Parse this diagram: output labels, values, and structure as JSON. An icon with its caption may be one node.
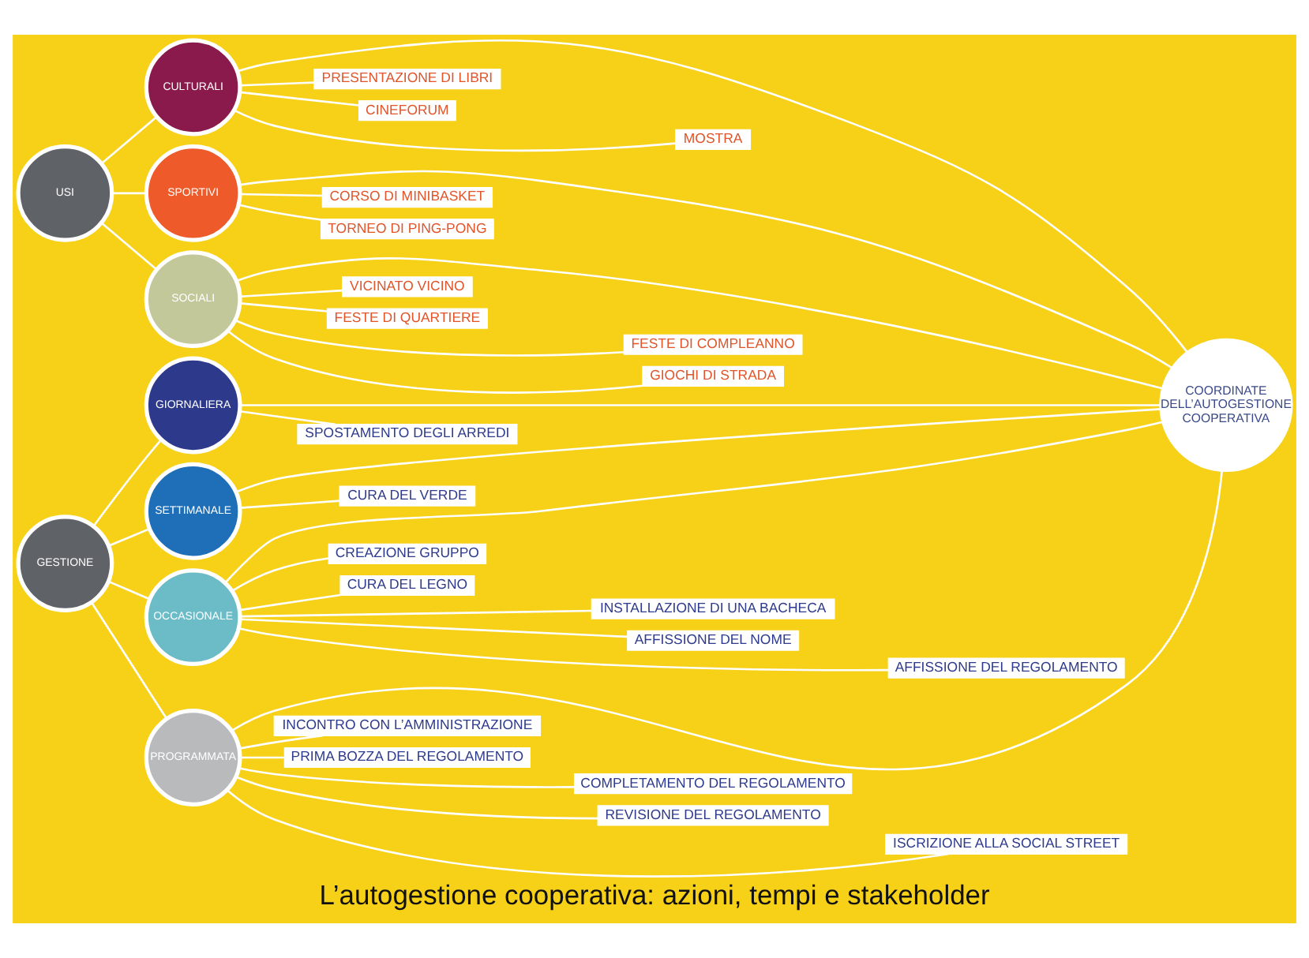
{
  "diagram": {
    "caption": "L’autogestione cooperativa: azioni, tempi e stakeholder",
    "nodes": [
      {
        "text": [
          "USI"
        ]
      },
      {
        "text": [
          "GESTIONE"
        ]
      },
      {
        "text": [
          "CULTURALI"
        ]
      },
      {
        "text": [
          "SPORTIVI"
        ]
      },
      {
        "text": [
          "SOCIALI"
        ]
      },
      {
        "text": [
          "GIORNALIERA"
        ]
      },
      {
        "text": [
          "SETTIMANALE"
        ]
      },
      {
        "text": [
          "OCCASIONALE"
        ]
      },
      {
        "text": [
          "PROGRAMMATA"
        ]
      },
      {
        "text": [
          "COORDINATE DELL’AUTOGESTIONE COOPERATIVA"
        ]
      },
      {
        "text": [
          "PRESENTAZIONE DI LIBRI"
        ]
      },
      {
        "text": [
          "CINEFORUM"
        ]
      },
      {
        "text": [
          "MOSTRA"
        ]
      },
      {
        "text": [
          "CORSO DI MINIBASKET"
        ]
      },
      {
        "text": [
          "TORNEO DI PING-PONG"
        ]
      },
      {
        "text": [
          "VICINATO VICINO"
        ]
      },
      {
        "text": [
          "FESTE DI QUARTIERE"
        ]
      },
      {
        "text": [
          "FESTE DI COMPLEANNO"
        ]
      },
      {
        "text": [
          "GIOCHI DI STRADA"
        ]
      },
      {
        "text": [
          "SPOSTAMENTO DEGLI ARREDI"
        ]
      },
      {
        "text": [
          "CURA DEL VERDE"
        ]
      },
      {
        "text": [
          "CREAZIONE GRUPPO"
        ]
      },
      {
        "text": [
          "CURA DEL LEGNO"
        ]
      },
      {
        "text": [
          "INSTALLAZIONE DI UNA BACHECA"
        ]
      },
      {
        "text": [
          "AFFISSIONE DEL NOME"
        ]
      },
      {
        "text": [
          "AFFISSIONE DEL REGOLAMENTO"
        ]
      },
      {
        "text": [
          "INCONTRO CON L’AMMINISTRAZIONE"
        ]
      },
      {
        "text": [
          "PRIMA BOZZA DEL REGOLAMENTO"
        ]
      },
      {
        "text": [
          "COMPLETAMENTO DEL REGOLAMENTO"
        ]
      },
      {
        "text": [
          "REVISIONE DEL REGOLAMENTO"
        ]
      },
      {
        "text": [
          "ISCRIZIONE ALLA SOCIAL STREET"
        ]
      }
    ],
    "edges": [
      {
        "from": 0,
        "to": 2,
        "arrow": "none"
      },
      {
        "from": 0,
        "to": 3,
        "arrow": "none"
      },
      {
        "from": 0,
        "to": 4,
        "arrow": "none"
      },
      {
        "from": 1,
        "to": 5,
        "arrow": "none"
      },
      {
        "from": 1,
        "to": 6,
        "arrow": "none"
      },
      {
        "from": 1,
        "to": 7,
        "arrow": "none"
      },
      {
        "from": 1,
        "to": 8,
        "arrow": "none"
      },
      {
        "from": 2,
        "to": 10,
        "arrow": "none"
      },
      {
        "from": 2,
        "to": 11,
        "arrow": "none"
      },
      {
        "from": 2,
        "to": 12,
        "arrow": "none"
      },
      {
        "from": 3,
        "to": 13,
        "arrow": "none"
      },
      {
        "from": 3,
        "to": 14,
        "arrow": "none"
      },
      {
        "from": 4,
        "to": 15,
        "arrow": "none"
      },
      {
        "from": 4,
        "to": 16,
        "arrow": "none"
      },
      {
        "from": 4,
        "to": 17,
        "arrow": "none"
      },
      {
        "from": 4,
        "to": 18,
        "arrow": "none"
      },
      {
        "from": 5,
        "to": 19,
        "arrow": "none"
      },
      {
        "from": 6,
        "to": 20,
        "arrow": "none"
      },
      {
        "from": 7,
        "to": 21,
        "arrow": "none"
      },
      {
        "from": 7,
        "to": 22,
        "arrow": "none"
      },
      {
        "from": 7,
        "to": 23,
        "arrow": "none"
      },
      {
        "from": 7,
        "to": 24,
        "arrow": "none"
      },
      {
        "from": 7,
        "to": 25,
        "arrow": "none"
      },
      {
        "from": 8,
        "to": 26,
        "arrow": "none"
      },
      {
        "from": 8,
        "to": 27,
        "arrow": "none"
      },
      {
        "from": 8,
        "to": 28,
        "arrow": "none"
      },
      {
        "from": 8,
        "to": 29,
        "arrow": "none"
      },
      {
        "from": 8,
        "to": 30,
        "arrow": "none"
      },
      {
        "from": 2,
        "to": 9,
        "arrow": "none"
      },
      {
        "from": 3,
        "to": 9,
        "arrow": "none"
      },
      {
        "from": 4,
        "to": 9,
        "arrow": "none"
      },
      {
        "from": 5,
        "to": 9,
        "arrow": "none"
      },
      {
        "from": 6,
        "to": 9,
        "arrow": "none"
      },
      {
        "from": 7,
        "to": 9,
        "arrow": "none"
      },
      {
        "from": 8,
        "to": 9,
        "arrow": "none"
      }
    ]
  }
}
